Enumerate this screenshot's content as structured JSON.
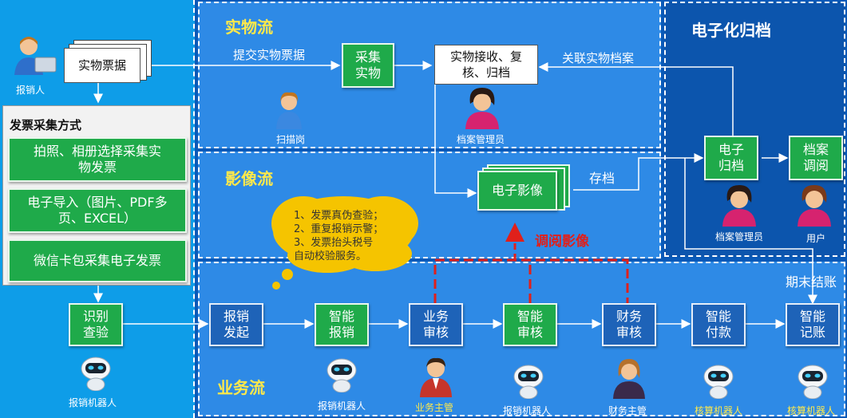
{
  "panels": {
    "physical_title": "实物流",
    "archive_title": "电子化归档",
    "image_title": "影像流",
    "business_title": "业务流"
  },
  "left": {
    "submitter_label": "报销人",
    "doc_label": "实物票据",
    "method_title": "发票采集方式",
    "methods": [
      "拍照、相册选择采集实物发票",
      "电子导入（图片、PDF多页、EXCEL）",
      "微信卡包采集电子发票"
    ],
    "verify_label": "识别查验",
    "robot_label": "报销机器人"
  },
  "physical": {
    "submit_text": "提交实物票据",
    "collect_label": "采集实物",
    "receive_label": "实物接收、复核、归档",
    "link_text": "关联实物档案",
    "scanner_label": "扫描岗",
    "archivist_label": "档案管理员"
  },
  "archive": {
    "e_archive_label": "电子归档",
    "lookup_label": "档案调阅",
    "archivist_label": "档案管理员",
    "user_label": "用户"
  },
  "image": {
    "eimage_label": "电子影像",
    "store_text": "存档",
    "view_text": "调阅影像",
    "cloud_lines": [
      "1、发票真伪查验；",
      "2、重复报销示警；",
      "3、发票抬头税号",
      "自动校验服务。"
    ]
  },
  "business": {
    "period_end_text": "期末结账",
    "steps": [
      "报销发起",
      "智能报销",
      "业务审核",
      "智能审核",
      "财务审核",
      "智能付款",
      "智能记账"
    ],
    "roles": [
      "报销机器人",
      "业务主管",
      "报销机器人",
      "财务主管",
      "核算机器人",
      "核算机器人"
    ]
  },
  "colors": {
    "background": "#0a5ab8",
    "panel_blue": "#2e8ae6",
    "left_blue": "#0e9de8",
    "green": "#1faa4a",
    "title_yellow": "#ffe94a",
    "red": "#e0201b"
  }
}
